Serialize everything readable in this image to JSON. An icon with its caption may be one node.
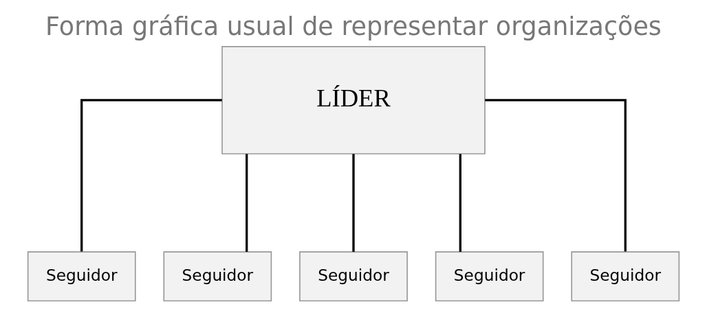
{
  "diagram": {
    "title": "Forma gráfica usual de representar organizações",
    "nodes": [
      {
        "text": [
          "LÍDER"
        ]
      },
      {
        "text": [
          "Seguidor"
        ]
      },
      {
        "text": [
          "Seguidor"
        ]
      },
      {
        "text": [
          "Seguidor"
        ]
      },
      {
        "text": [
          "Seguidor"
        ]
      },
      {
        "text": [
          "Seguidor"
        ]
      }
    ],
    "edges": [
      {
        "from": 0,
        "to": 1,
        "arrow": "none"
      },
      {
        "from": 0,
        "to": 2,
        "arrow": "none"
      },
      {
        "from": 0,
        "to": 3,
        "arrow": "none"
      },
      {
        "from": 0,
        "to": 4,
        "arrow": "none"
      },
      {
        "from": 0,
        "to": 5,
        "arrow": "none"
      }
    ]
  }
}
